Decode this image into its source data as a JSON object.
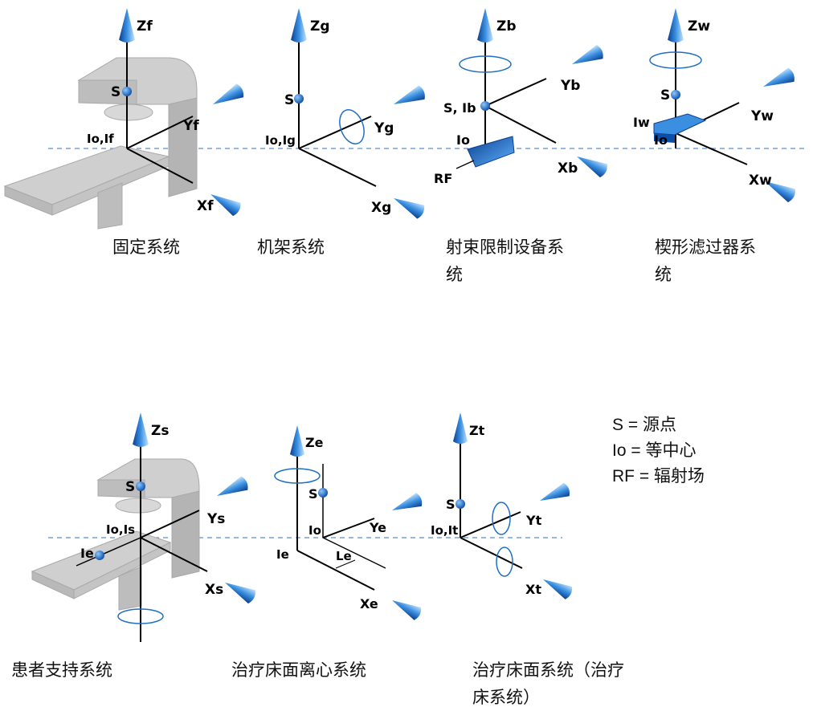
{
  "panels": [
    {
      "caption": "固定系统",
      "axes": {
        "z": "Zf",
        "y": "Yf",
        "x": "Xf"
      },
      "origin_label": "Io,If",
      "source_label": "S"
    },
    {
      "caption": "机架系统",
      "axes": {
        "z": "Zg",
        "y": "Yg",
        "x": "Xg"
      },
      "origin_label": "Io,Ig",
      "source_label": "S"
    },
    {
      "caption_line1": "射束限制设备系",
      "caption_line2": "统",
      "axes": {
        "z": "Zb",
        "y": "Yb",
        "x": "Xb"
      },
      "source_label": "S, Ib",
      "origin_label": "Io",
      "field_label": "RF"
    },
    {
      "caption_line1": "楔形滤过器系",
      "caption_line2": "统",
      "axes": {
        "z": "Zw",
        "y": "Yw",
        "x": "Xw"
      },
      "source_label": "S",
      "wedge_label": "Iw",
      "origin_label": "Io"
    },
    {
      "caption": "患者支持系统",
      "axes": {
        "z": "Zs",
        "y": "Ys",
        "x": "Xs"
      },
      "source_label": "S",
      "origin_label": "Io,Is",
      "eccentric_label": "Ie"
    },
    {
      "caption": "治疗床面离心系统",
      "axes": {
        "z": "Ze",
        "y": "Ye",
        "x": "Xe"
      },
      "source_label": "S",
      "origin_label": "Io",
      "eccentric_label": "Ie",
      "offset_label": "Le"
    },
    {
      "caption_line1": "治疗床面系统（治疗",
      "caption_line2": "床系统）",
      "axes": {
        "z": "Zt",
        "y": "Yt",
        "x": "Xt"
      },
      "source_label": "S",
      "origin_label": "Io,It"
    }
  ],
  "legend": [
    "S = 源点",
    "Io = 等中心",
    "RF = 辐射场"
  ],
  "colors": {
    "axis_blue": "#1f6fc4",
    "machine_gray": "#c8c8c8",
    "dashed_line": "#5b8fc9"
  }
}
